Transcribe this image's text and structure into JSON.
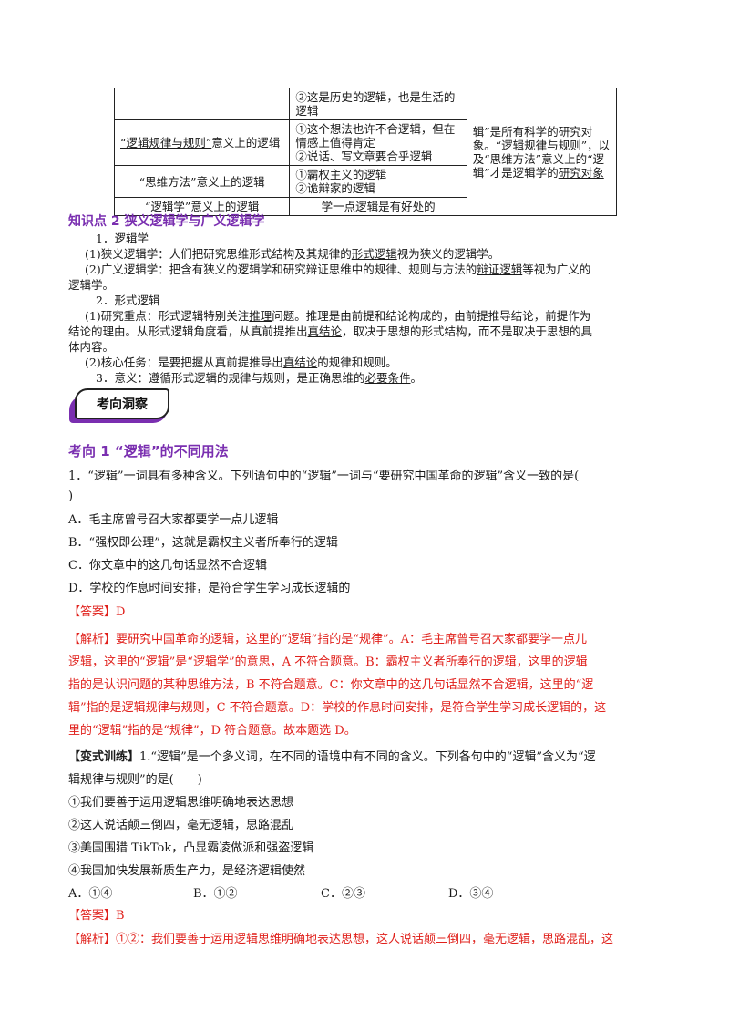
{
  "table": {
    "row1_col2": "②这是历史的逻辑，也是生活的逻辑",
    "row2_col1_a": "“逻辑规律与规则”",
    "row2_col1_b": "意义上的逻辑",
    "row2_col2_a": "①这个想法也许不合逻辑，但在情感上值得肯定",
    "row2_col2_b": "②说话、写文章要合乎逻辑",
    "row3_col1": "“思维方法”意义上的逻辑",
    "row3_col2_a": "①霸权主义的逻辑",
    "row3_col2_b": "②诡辩家的逻辑",
    "row4_col1": "“逻辑学”意义上的逻辑",
    "row4_col2": "学一点逻辑是有好处的",
    "col3_a": "辑”是所有科学的研究对象。“逻辑规律与规则”，以及“思维方法”意义上的“逻辑”才是逻辑学的",
    "col3_b": "研究对象"
  },
  "section2": {
    "title": "知识点 2  狭义逻辑学与广义逻辑学",
    "h1": "1．逻辑学",
    "p1_a": "(1)狭义逻辑学：人们把研究思维形式结构及其规律的",
    "p1_u": "形式逻辑",
    "p1_b": "视为狭义的逻辑学。",
    "p2_a": "(2)广义逻辑学：把含有狭义的逻辑学和研究辩证思维中的规律、规则与方法的",
    "p2_u": "辩证逻辑",
    "p2_b": "等视为广义的",
    "p2_c": "逻辑学。",
    "h2": "2．形式逻辑",
    "p3_a": "(1)研究重点：形式逻辑特别关注",
    "p3_u": "推理",
    "p3_b": "问题。推理是由前提和结论构成的，由前提推导结论，前提作为",
    "p3_c": "结论的理由。从形式逻辑角度看，从真前提推出",
    "p3_u2": "真结论",
    "p3_d": "，取决于思想的形式结构，而不是取决于思想的具",
    "p3_e": "体内容。",
    "p4_a": "(2)核心任务：是要把握从真前提推导出",
    "p4_u": "真结论",
    "p4_b": "的规律和规则。",
    "p5_a": "3．意义：遵循形式逻辑的规律与规则，是正确思维的",
    "p5_u": "必要条件",
    "p5_b": "。"
  },
  "badge": "考向洞察",
  "topic1": {
    "title": "考向 1  “逻辑”的不同用法",
    "q1": "1．“逻辑”一词具有多种含义。下列语句中的“逻辑”一词与“要研究中国革命的逻辑”含义一致的是(",
    "q1_end": ")",
    "optA": "A．毛主席曾号召大家都要学一点儿逻辑",
    "optB": "B．“强权即公理”，这就是霸权主义者所奉行的逻辑",
    "optC": "C．你文章中的这几句话显然不合逻辑",
    "optD": "D．学校的作息时间安排，是符合学生学习成长逻辑的",
    "answer_label": "【答案】",
    "answer": "D",
    "analysis_label": "【解析】",
    "analysis_1": "要研究中国革命的逻辑，这里的“逻辑”指的是“规律”。A：毛主席曾号召大家都要学一点儿",
    "analysis_2": "逻辑，这里的“逻辑”是“逻辑学”的意思，A 不符合题意。B：霸权主义者所奉行的逻辑，这里的逻辑",
    "analysis_3": "指的是认识问题的某种思维方法，B 不符合题意。C：你文章中的这几句话显然不合逻辑，这里的“逻",
    "analysis_4": "辑”指的是逻辑规律与规则，C 不符合题意。D：学校的作息时间安排，是符合学生学习成长逻辑的，这",
    "analysis_5": "里的“逻辑”指的是“规律”，D 符合题意。故本题选 D。"
  },
  "variant": {
    "label": "【变式训练】",
    "q_1": "1.“逻辑”是一个多义词，在不同的语境中有不同的含义。下列各句中的“逻辑”含义为“逻",
    "q_2": "辑规律与规则”的是(　　)",
    "s1": "①我们要善于运用逻辑思维明确地表达思想",
    "s2": "②这人说话颠三倒四，毫无逻辑，思路混乱",
    "s3": "③美国围猎 TikTok，凸显霸凌做派和强盗逻辑",
    "s4": "④我国加快发展新质生产力，是经济逻辑使然",
    "optA": "A．①④",
    "optB": "B．①②",
    "optC": "C．②③",
    "optD": "D．③④",
    "answer_label": "【答案】",
    "answer": "B",
    "analysis_label": "【解析】",
    "analysis_1": "①②：我们要善于运用逻辑思维明确地表达思想，这人说话颠三倒四，毫无逻辑，思路混乱，这"
  }
}
